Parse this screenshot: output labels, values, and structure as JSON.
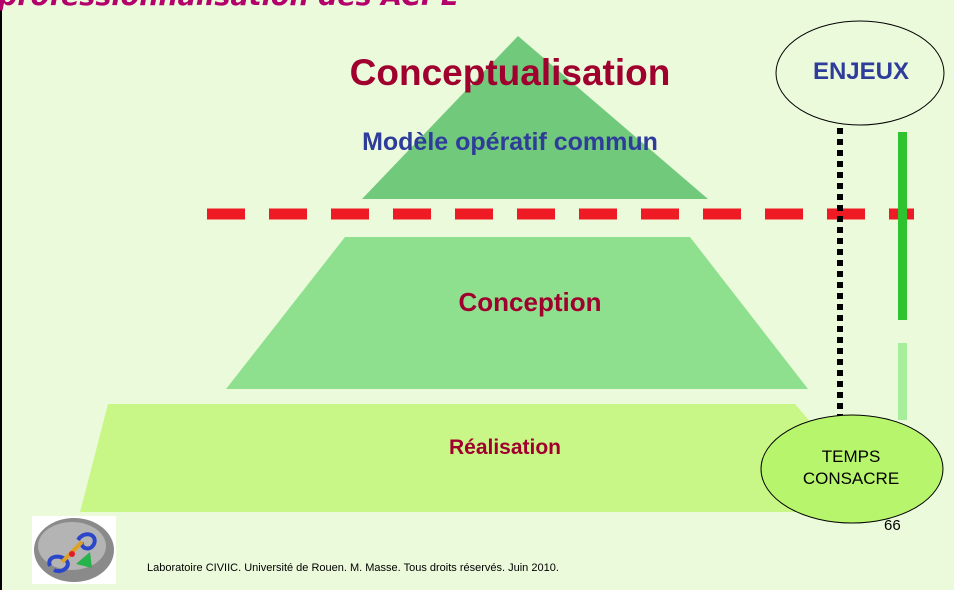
{
  "slide": {
    "title": "professionnalisation des ACPE",
    "labels": {
      "conceptualisation": "Conceptualisation",
      "modele": "Modèle opératif commun",
      "conception": "Conception",
      "realisation": "Réalisation",
      "enjeux": "ENJEUX",
      "temps_line1": "TEMPS",
      "temps_line2": "CONSACRE"
    },
    "footer": "Laboratoire CIVIIC. Université de Rouen. M. Masse. Tous droits réservés. Juin 2010.",
    "page_number": "66"
  },
  "colors": {
    "background": "#ecfadc",
    "title": "#b3006b",
    "level_label": "#a0002e",
    "blue_label": "#2e3c9a",
    "tier_top": "#71c97c",
    "tier_middle": "#8fe08e",
    "tier_bottom": "#c9f787",
    "dash_line": "#ee1b24",
    "bar_dark_green": "#2fc42f",
    "bar_light_green": "#a7ee9c",
    "temps_fill": "#b7f56d"
  }
}
